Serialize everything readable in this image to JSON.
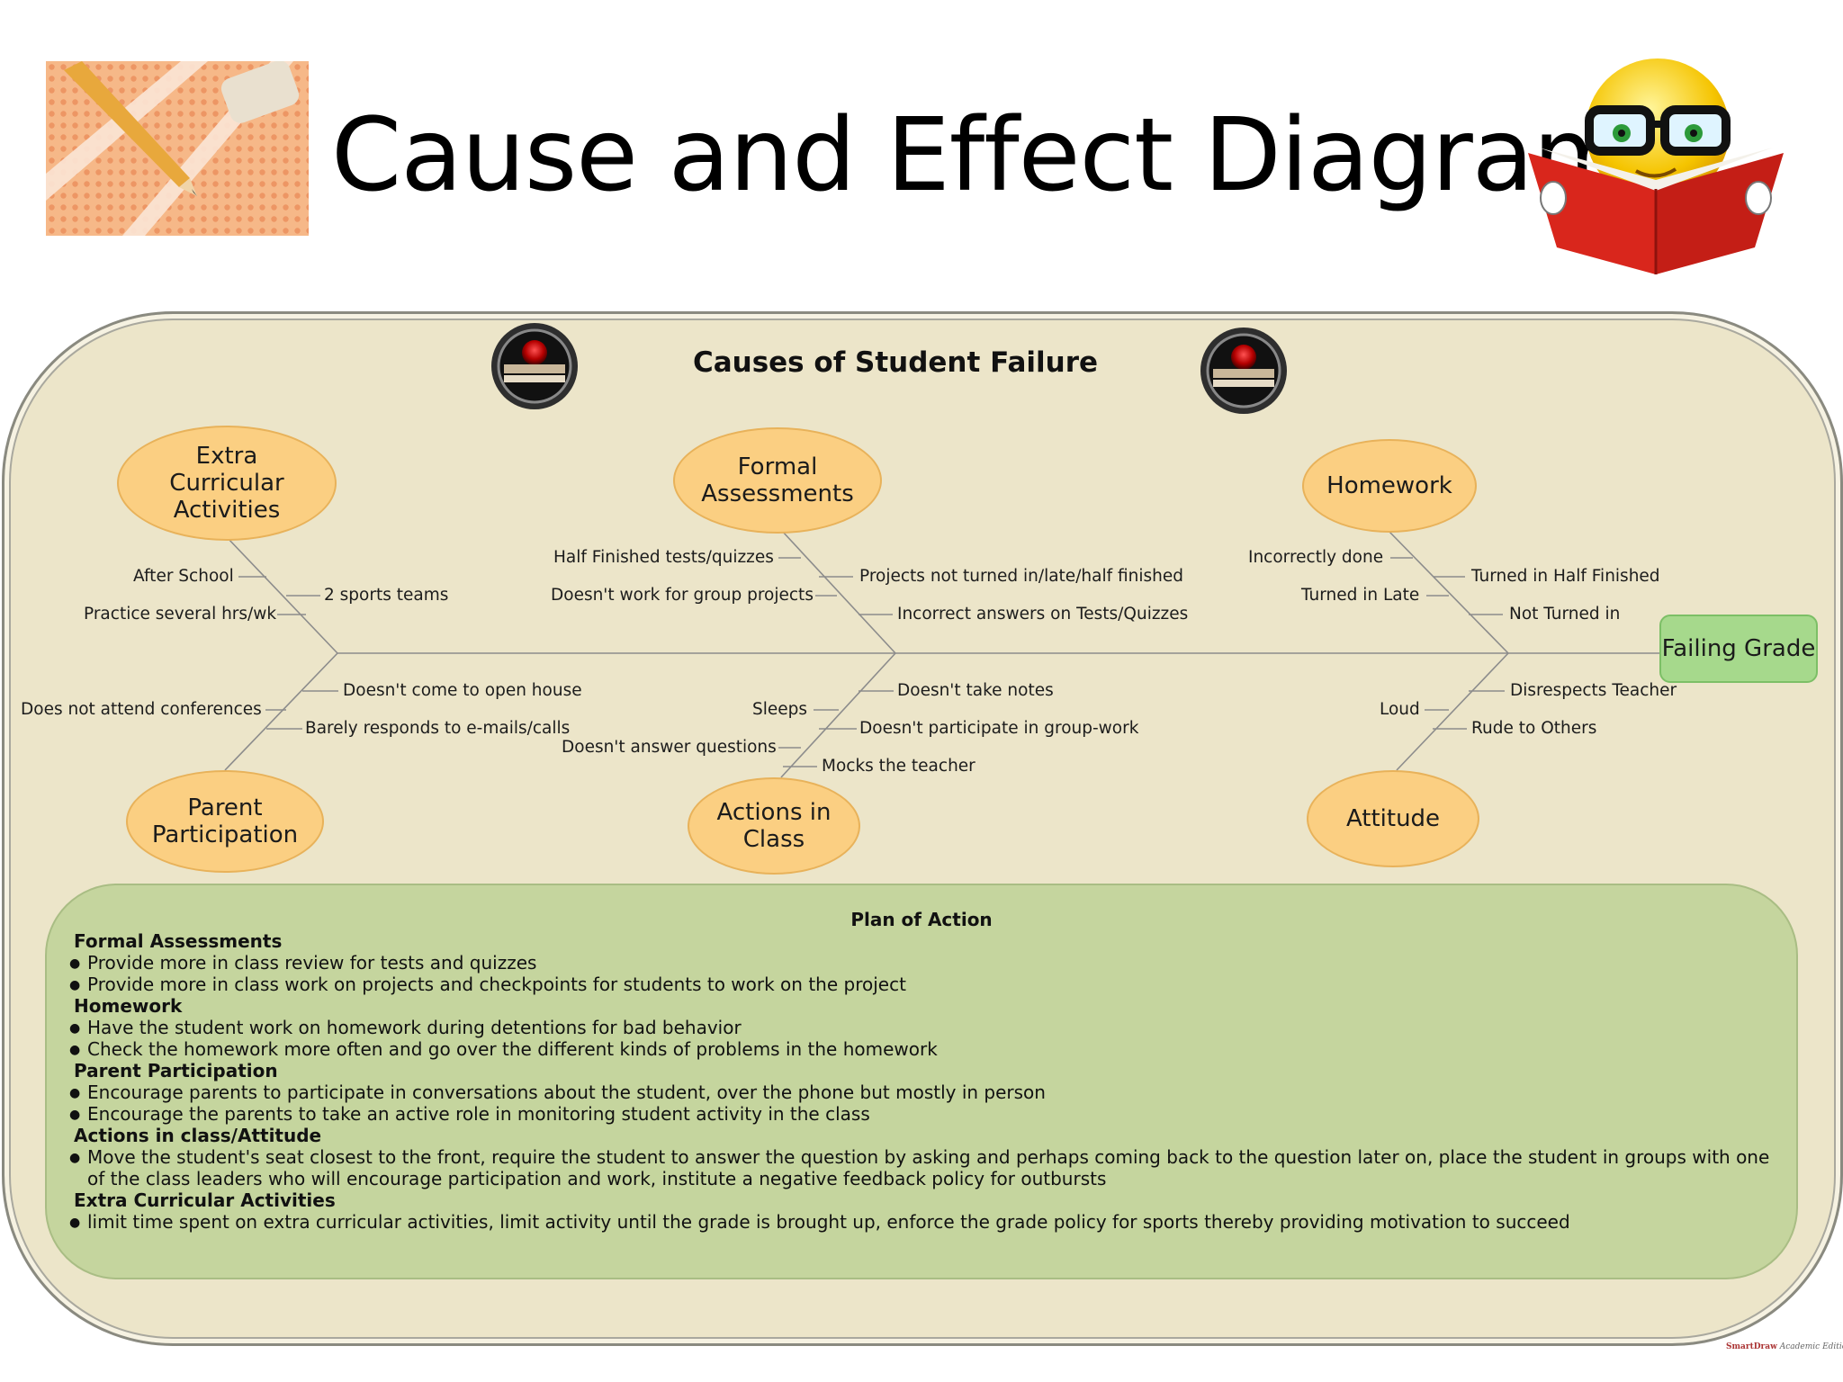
{
  "slide_title": "Cause and Effect Diagram",
  "diagram": {
    "title": "Causes of Student Failure",
    "effect": "Failing Grade",
    "categories": {
      "extra_curricular": "Extra\nCurricular\nActivities",
      "formal_assessments": "Formal\nAssessments",
      "homework": "Homework",
      "parent_participation": "Parent\nParticipation",
      "actions_in_class": "Actions in\nClass",
      "attitude": "Attitude"
    },
    "causes": {
      "extra_curricular": [
        "After School",
        "2 sports teams",
        "Practice several hrs/wk"
      ],
      "formal_assessments": [
        "Half Finished tests/quizzes",
        "Projects not turned in/late/half finished",
        "Doesn't work for group projects",
        "Incorrect answers on Tests/Quizzes"
      ],
      "homework": [
        "Incorrectly done",
        "Turned in Half Finished",
        "Turned in Late",
        "Not Turned in"
      ],
      "parent_participation": [
        "Doesn't come to open house",
        "Does not attend conferences",
        "Barely responds to e-mails/calls"
      ],
      "actions_in_class": [
        "Doesn't take notes",
        "Sleeps",
        "Doesn't participate in group-work",
        "Doesn't answer questions",
        "Mocks the teacher"
      ],
      "attitude": [
        "Disrespects Teacher",
        "Loud",
        "Rude to Others"
      ]
    }
  },
  "plan": {
    "title": "Plan of Action",
    "sections": [
      {
        "heading": "Formal Assessments",
        "items": [
          "Provide more in class review for tests and quizzes",
          "Provide more in class work on projects and checkpoints for students to work on the project"
        ]
      },
      {
        "heading": "Homework",
        "items": [
          "Have the student work on homework during detentions for bad behavior",
          "Check the homework more often and go over the different kinds of problems in the homework"
        ]
      },
      {
        "heading": "Parent Participation",
        "items": [
          "Encourage parents to participate in conversations about the student, over the phone but mostly in person",
          "Encourage the parents to take an active role in monitoring student activity in the class"
        ]
      },
      {
        "heading": "Actions in class/Attitude",
        "items": [
          "Move the student's seat closest to the front, require the student to answer the question by asking and perhaps coming back to the question later on, place the student in groups with one of the class leaders who will encourage participation and work, institute a negative feedback policy for outbursts"
        ]
      },
      {
        "heading": "Extra Curricular Activities",
        "items": [
          "limit time spent on extra curricular activities, limit activity until the grade is brought up, enforce the grade policy for sports thereby providing motivation to succeed"
        ]
      }
    ]
  },
  "watermark": {
    "brand": "SmartDraw",
    "edition": "Academic Edition"
  },
  "colors": {
    "category_fill": "#fbcf82",
    "effect_fill": "#a6d98c",
    "plan_fill": "#c5d59e",
    "panel_fill": "#ece5c9"
  }
}
